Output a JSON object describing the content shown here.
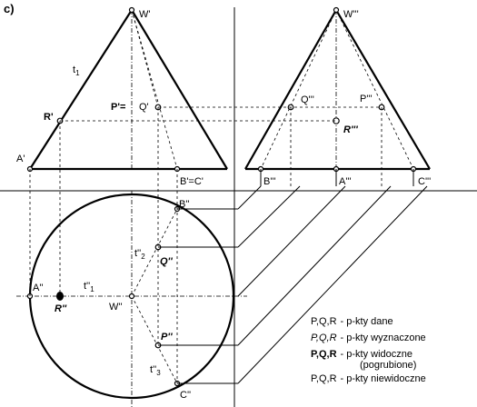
{
  "part_label": "c)",
  "front_view": {
    "apex": "W'",
    "generatrix": "t",
    "generatrix_sub": "1",
    "left_base": "A'",
    "base_right": "B'=C'",
    "point_r": "R'",
    "point_p": "P'=",
    "point_q": "Q'"
  },
  "side_view": {
    "apex": "W'''",
    "base_left": "B'''",
    "base_mid": "A'''",
    "base_right": "C'''",
    "point_q": "Q'''",
    "point_p": "P'''",
    "point_r": "R'''"
  },
  "top_view": {
    "apex": "W''",
    "point_a": "A''",
    "point_b": "B''",
    "point_c": "C''",
    "point_r": "R''",
    "point_q": "Q''",
    "point_p": "P''",
    "gen1": "t''",
    "gen1_sub": "1",
    "gen2": "t''",
    "gen2_sub": "2",
    "gen3": "t''",
    "gen3_sub": "3"
  },
  "legend": [
    {
      "symbols": "P,Q,R",
      "desc": "- p-kty dane",
      "style": "plain"
    },
    {
      "symbols": "P,Q,R",
      "desc": "- p-kty wyznaczone",
      "style": "italic"
    },
    {
      "symbols": "P,Q,R",
      "desc": "- p-kty widoczne",
      "style": "bold"
    },
    {
      "symbols": "",
      "desc": "(pogrubione)",
      "style": "plain"
    },
    {
      "symbols": "P,Q,R",
      "desc": "- p-kty niewidoczne",
      "style": "plain"
    }
  ]
}
